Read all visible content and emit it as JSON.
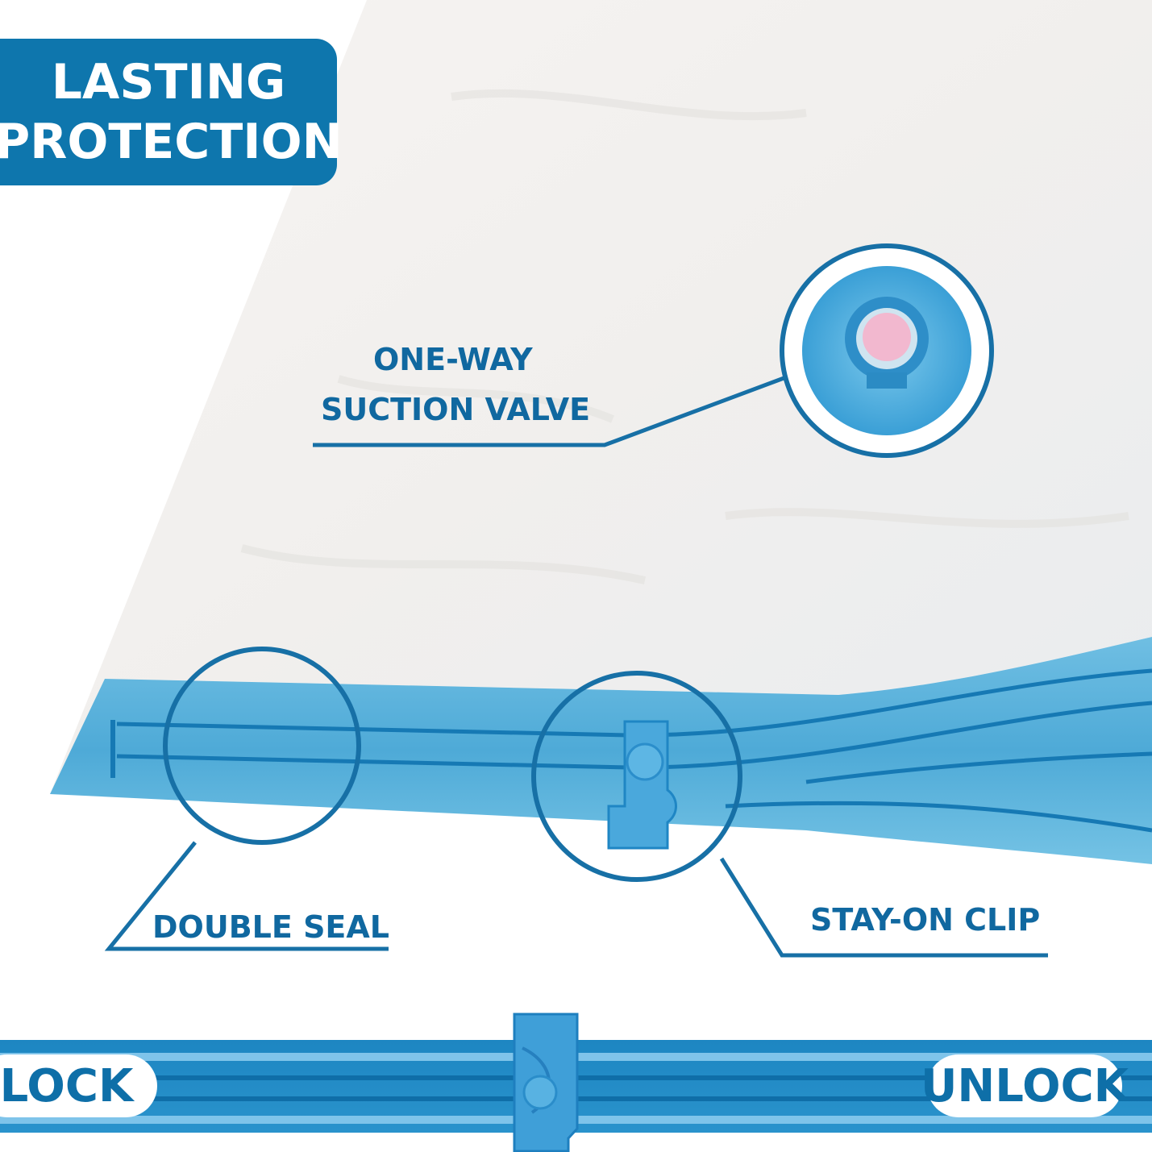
{
  "badge": {
    "line1": "LASTING",
    "line2": "PROTECTION"
  },
  "callouts": {
    "valve_line1": "ONE-WAY",
    "valve_line2": "SUCTION VALVE",
    "double_seal": "DOUBLE SEAL",
    "clip": "STAY-ON CLIP"
  },
  "zipper": {
    "lock_label": "LOCK",
    "unlock_label": "UNLOCK"
  },
  "colors": {
    "brand_blue": "#0e76ad",
    "text_blue": "#1068a0",
    "seal_blue": "#2a9ad0",
    "valve_pink": "#f2b8cf"
  },
  "icons": [
    "valve-icon",
    "clip-icon",
    "slider-icon"
  ]
}
